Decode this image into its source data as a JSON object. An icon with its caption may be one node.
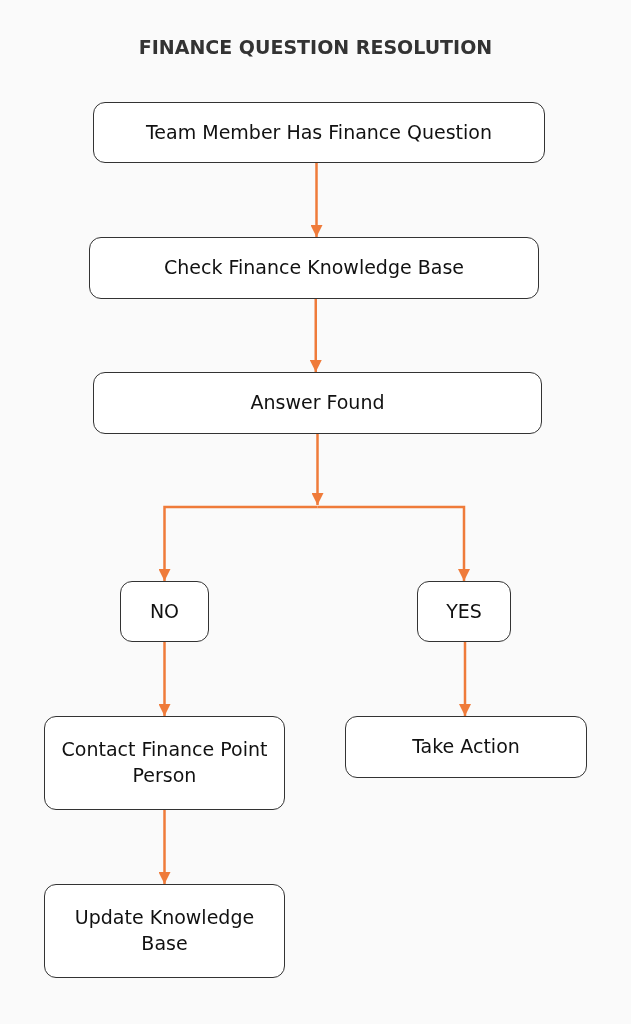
{
  "diagram": {
    "title": "FINANCE QUESTION RESOLUTION",
    "nodes": [
      {
        "text": [
          "Team Member Has Finance Question"
        ]
      },
      {
        "text": [
          "Check Finance Knowledge Base"
        ]
      },
      {
        "text": [
          "Answer Found"
        ]
      },
      {
        "text": [
          "NO"
        ]
      },
      {
        "text": [
          "YES"
        ]
      },
      {
        "text": [
          "Contact Finance Point Person"
        ]
      },
      {
        "text": [
          "Take Action"
        ]
      },
      {
        "text": [
          "Update Knowledge Base"
        ]
      }
    ],
    "edges": [
      {
        "from": 0,
        "to": 1,
        "arrow": "to"
      },
      {
        "from": 1,
        "to": 2,
        "arrow": "to"
      },
      {
        "from": 2,
        "to": 3,
        "arrow": "to"
      },
      {
        "from": 2,
        "to": 4,
        "arrow": "to"
      },
      {
        "from": 3,
        "to": 5,
        "arrow": "to"
      },
      {
        "from": 4,
        "to": 6,
        "arrow": "to"
      },
      {
        "from": 5,
        "to": 7,
        "arrow": "to"
      }
    ]
  }
}
